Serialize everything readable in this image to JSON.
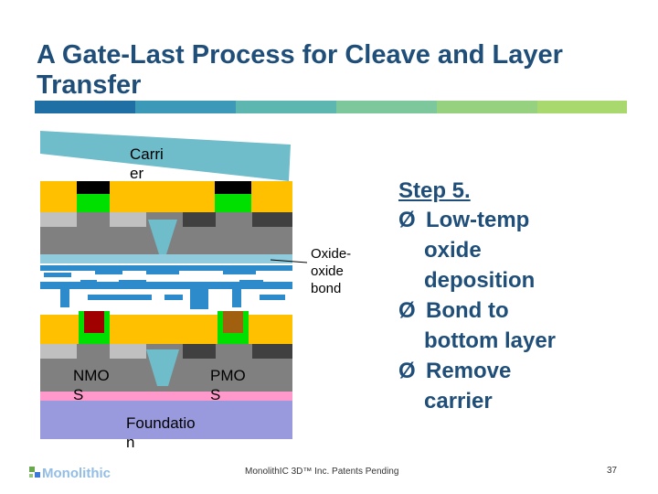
{
  "title": "A Gate-Last Process for Cleave and Layer Transfer",
  "labels": {
    "carrier": "Carri\ner",
    "oxide_bond": "Oxide-\noxide\nbond",
    "nmos": "NMO\nS",
    "pmos": "PMO\nS",
    "foundation": "Foundatio\nn"
  },
  "step": {
    "title": "Step 5.",
    "items": [
      {
        "arrow": "Ø",
        "lines": [
          "Low-temp",
          "oxide",
          "deposition"
        ]
      },
      {
        "arrow": "Ø",
        "lines": [
          "Bond to",
          "bottom layer"
        ]
      },
      {
        "arrow": "Ø",
        "lines": [
          "Remove",
          "carrier"
        ]
      }
    ]
  },
  "footer": "MonolithIC 3D™ Inc. Patents Pending",
  "page_number": "37",
  "colors": {
    "title": "#1f4e79",
    "carrier": "#6fbccb",
    "silicon_yellow": "#ffc000",
    "gray_layer": "#808080",
    "light_gray": "#c0c0c0",
    "dark_gray": "#404040",
    "green": "#00e000",
    "oxide_blue": "#2e8bcb",
    "pink": "#ff99cc",
    "foundation": "#9999dd"
  }
}
